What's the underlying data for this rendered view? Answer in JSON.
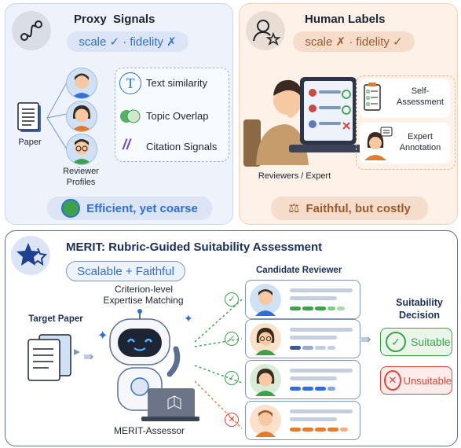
{
  "proxy": {
    "title": "Proxy  Signals",
    "tags": "scale ✓ · fidelity ✗",
    "paper_label": "Paper",
    "reviewer_label_1": "Reviewer",
    "reviewer_label_2": "Profiles",
    "signals": [
      {
        "icon": "text-icon",
        "label": "Text similarity"
      },
      {
        "icon": "overlap-icon",
        "label": "Topic Overlap"
      },
      {
        "icon": "citation-icon",
        "label": "Citation Signals"
      }
    ],
    "footer": "Efficient, yet coarse"
  },
  "human": {
    "title": "Human Labels",
    "tags": "scale ✗ · fidelity ✓",
    "caption": "Reviewers / Expert",
    "self_assessment_1": "Self-",
    "self_assessment_2": "Assessment",
    "expert_1": "Expert",
    "expert_2": "Annotation",
    "footer": "Faithful, but costly"
  },
  "merit": {
    "title": "MERIT: Rubric-Guided Suitability Assessment",
    "pill": "Scalable + Faithful",
    "target_paper": "Target Paper",
    "matching_1": "Criterion-level",
    "matching_2": "Expertise Matching",
    "assessor": "MERIT-Assessor",
    "candidate_header": "Candidate Reviewer",
    "decision_1": "Suitability",
    "decision_2": "Decision",
    "suitable": "Suitable",
    "unsuitable": "Unsuitable"
  },
  "colors": {
    "blue": "#2f6fd6",
    "green": "#3aa24a",
    "red": "#e0463c",
    "orange": "#e37b2e",
    "brown": "#9a5a2a"
  }
}
